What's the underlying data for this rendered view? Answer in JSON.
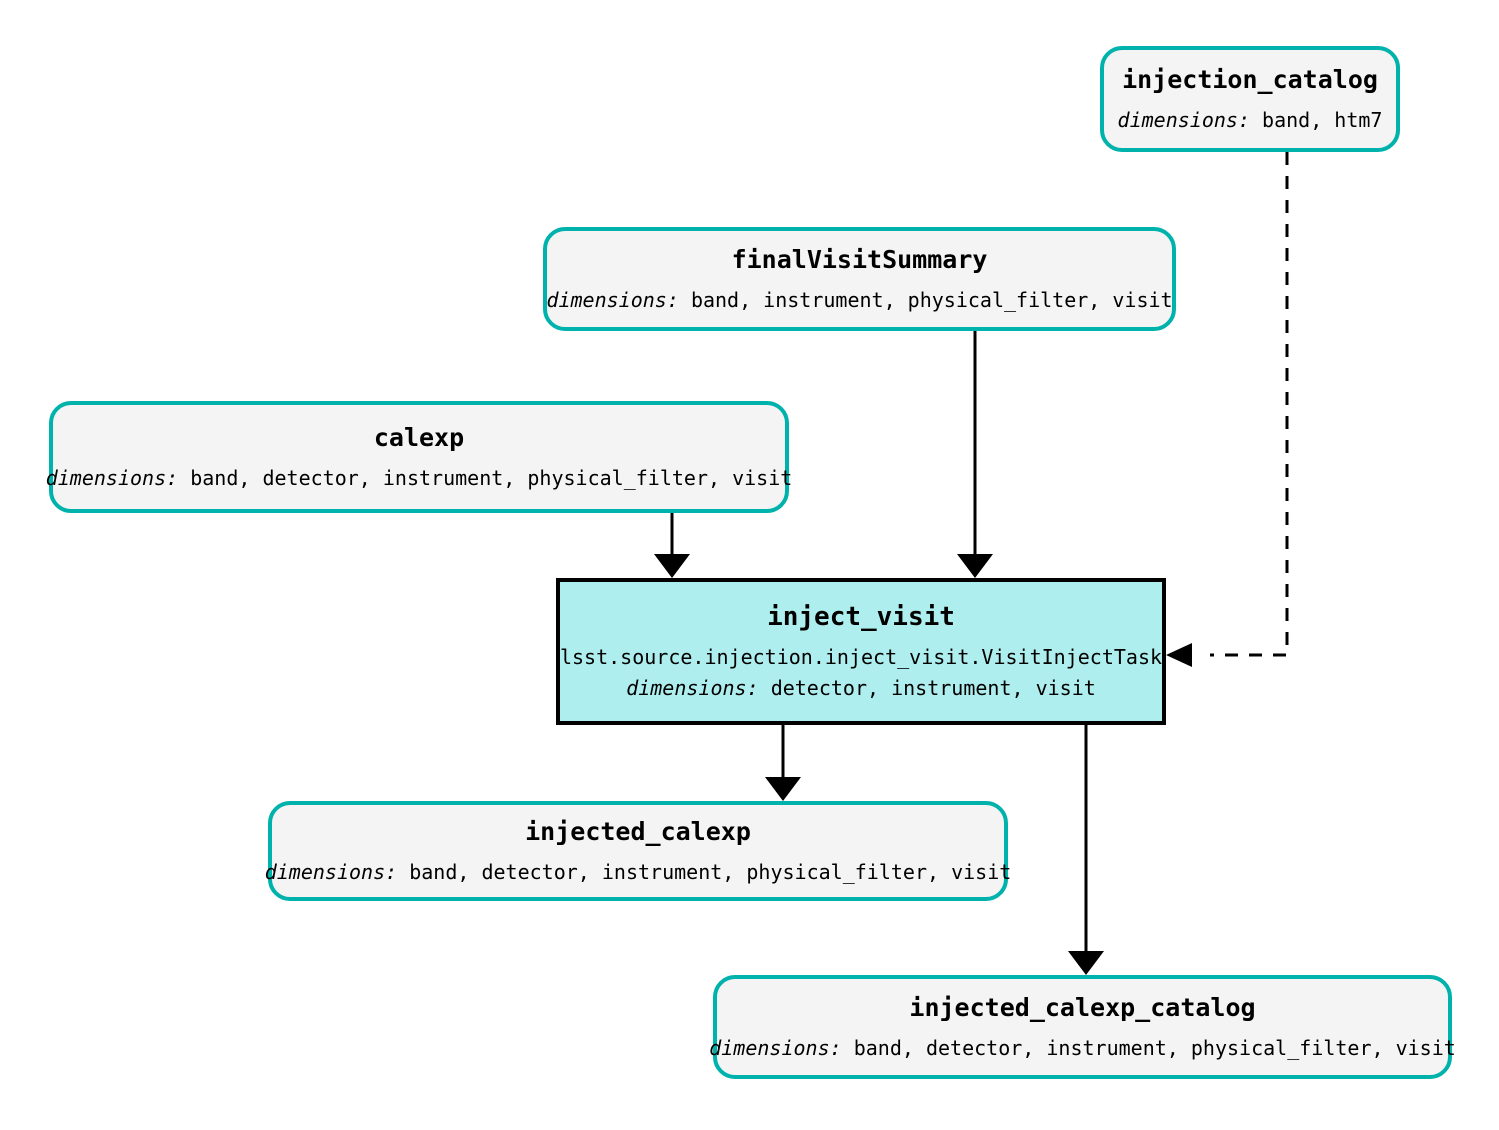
{
  "graph": {
    "kind": "pipeline-dataflow-diagram",
    "background_color": "#ffffff",
    "dataset_border_color": "#00b2ac",
    "dataset_fill_color": "#f4f4f4",
    "task_border_color": "#000000",
    "task_fill_color": "#aeeeee",
    "edge_color": "#000000",
    "dims_label": "dimensions:"
  },
  "nodes": {
    "injection_catalog": {
      "title": "injection_catalog",
      "dims_label": "dimensions:",
      "dims_value": "band, htm7",
      "type": "dataset"
    },
    "finalVisitSummary": {
      "title": "finalVisitSummary",
      "dims_label": "dimensions:",
      "dims_value": "band, instrument, physical_filter, visit",
      "type": "dataset"
    },
    "calexp": {
      "title": "calexp",
      "dims_label": "dimensions:",
      "dims_value": "band, detector, instrument, physical_filter, visit",
      "type": "dataset"
    },
    "inject_visit": {
      "title": "inject_visit",
      "task_class": "lsst.source.injection.inject_visit.VisitInjectTask",
      "dims_label": "dimensions:",
      "dims_value": "detector, instrument, visit",
      "type": "task"
    },
    "injected_calexp": {
      "title": "injected_calexp",
      "dims_label": "dimensions:",
      "dims_value": "band, detector, instrument, physical_filter, visit",
      "type": "dataset"
    },
    "injected_calexp_catalog": {
      "title": "injected_calexp_catalog",
      "dims_label": "dimensions:",
      "dims_value": "band, detector, instrument, physical_filter, visit",
      "type": "dataset"
    }
  },
  "edges": [
    {
      "from": "calexp",
      "to": "inject_visit",
      "style": "solid"
    },
    {
      "from": "finalVisitSummary",
      "to": "inject_visit",
      "style": "solid"
    },
    {
      "from": "injection_catalog",
      "to": "inject_visit",
      "style": "dashed"
    },
    {
      "from": "inject_visit",
      "to": "injected_calexp",
      "style": "solid"
    },
    {
      "from": "inject_visit",
      "to": "injected_calexp_catalog",
      "style": "solid"
    }
  ]
}
